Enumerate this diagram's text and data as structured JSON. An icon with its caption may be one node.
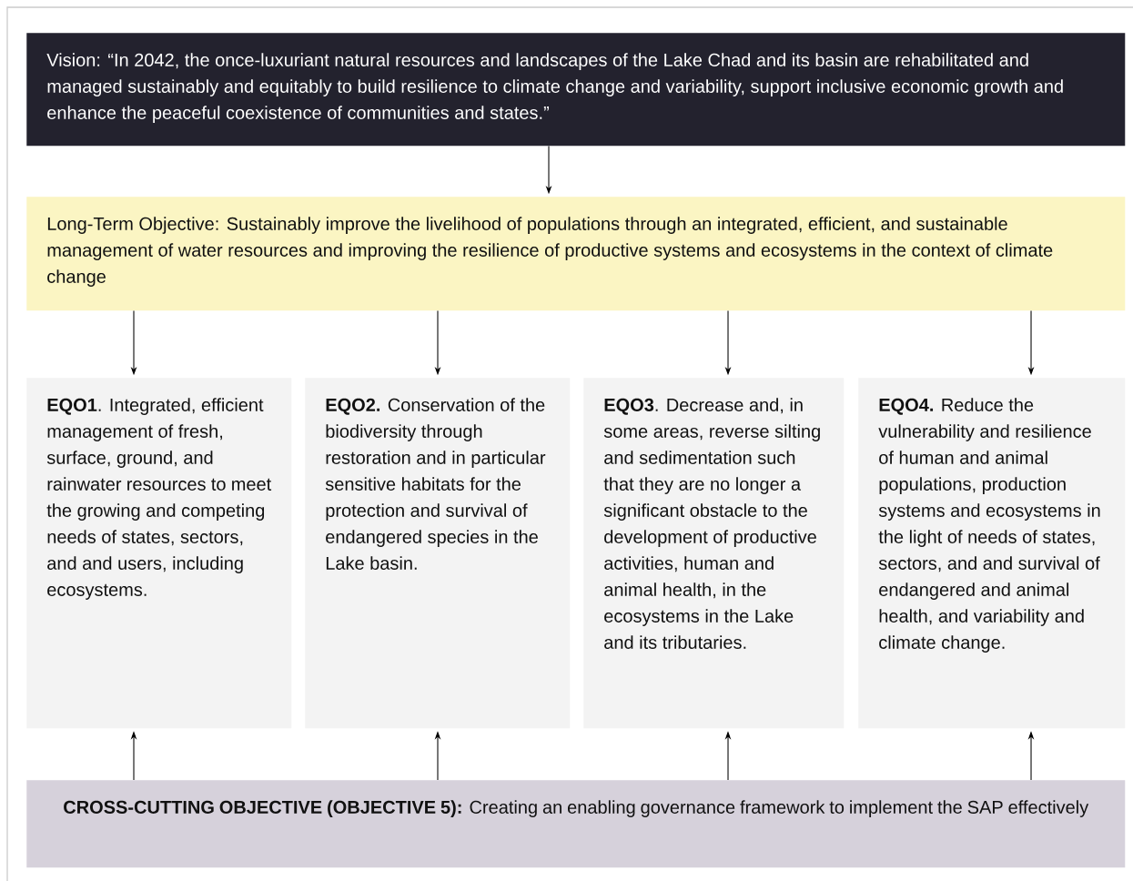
{
  "diagram": {
    "nodes": [
      {
        "text": [
          "Vision: “In 2042, the once-luxuriant natural resources and landscapes of the Lake Chad and its basin are rehabilitated and managed sustainably and equitably to build resilience to climate change and variability, support inclusive economic growth and enhance the peaceful coexistence of communities and states.”"
        ]
      },
      {
        "text": [
          "Long-Term Objective: Sustainably improve the livelihood of populations through an integrated, efficient, and sustainable management of water resources and improving the resilience of productive systems and ecosystems in the context of climate change"
        ]
      },
      {
        "text": [
          "**EQO1**. Integrated, efficient management of fresh, surface, ground, and rainwater resources to meet the growing and competing needs of states, sectors, and and users, including ecosystems."
        ]
      },
      {
        "text": [
          "**EQO2.** Conservation of the biodiversity through restoration and in particular sensitive habitats for the protection and survival of endangered species in the Lake basin."
        ]
      },
      {
        "text": [
          "**EQO3**. Decrease and, in some areas, reverse silting and sedimentation such that they are no longer a significant obstacle to the development of productive activities, human and animal health, in the ecosystems in the Lake and its tributaries."
        ]
      },
      {
        "text": [
          "**EQO4.** Reduce the vulnerability and resilience of human and animal populations, production systems and ecosystems in the light of needs of states, sectors, and and survival of endangered and animal health, and variability and climate change."
        ]
      },
      {
        "text": [
          "**CROSS-CUTTING OBJECTIVE (OBJECTIVE 5):** Creating an enabling governance framework to implement the SAP effectively"
        ]
      }
    ],
    "edges": [
      {
        "from": 0,
        "to": 1,
        "arrow": "to"
      },
      {
        "from": 1,
        "to": 2,
        "arrow": "to"
      },
      {
        "from": 1,
        "to": 3,
        "arrow": "to"
      },
      {
        "from": 1,
        "to": 4,
        "arrow": "to"
      },
      {
        "from": 1,
        "to": 5,
        "arrow": "to"
      },
      {
        "from": 6,
        "to": 2,
        "arrow": "to"
      },
      {
        "from": 6,
        "to": 3,
        "arrow": "to"
      },
      {
        "from": 6,
        "to": 4,
        "arrow": "to"
      },
      {
        "from": 6,
        "to": 5,
        "arrow": "to"
      }
    ]
  }
}
